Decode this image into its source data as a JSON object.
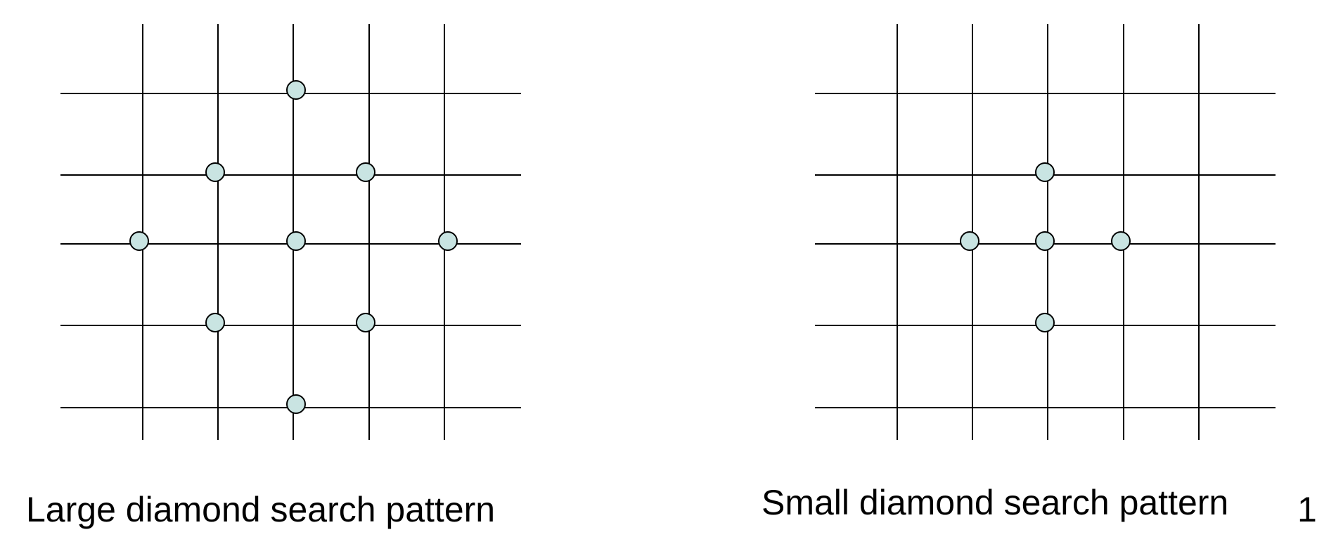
{
  "colors": {
    "grid_line": "#000000",
    "point_fill": "#c9e4e2",
    "point_stroke": "#000000",
    "text": "#000000"
  },
  "panels": [
    {
      "id": "large",
      "caption": "Large diamond search pattern",
      "grid_lines": {
        "horizontal": 5,
        "vertical": 5
      },
      "points": [
        {
          "col": 2,
          "row": -2
        },
        {
          "col": 1,
          "row": -1
        },
        {
          "col": 3,
          "row": -1
        },
        {
          "col": 0,
          "row": 0
        },
        {
          "col": 2,
          "row": 0
        },
        {
          "col": 4,
          "row": 0
        },
        {
          "col": 1,
          "row": 1
        },
        {
          "col": 3,
          "row": 1
        },
        {
          "col": 2,
          "row": 2
        }
      ]
    },
    {
      "id": "small",
      "caption": "Small diamond search pattern",
      "grid_lines": {
        "horizontal": 5,
        "vertical": 5
      },
      "points": [
        {
          "col": 2,
          "row": -1
        },
        {
          "col": 1,
          "row": 0
        },
        {
          "col": 2,
          "row": 0
        },
        {
          "col": 3,
          "row": 0
        },
        {
          "col": 2,
          "row": 1
        }
      ]
    }
  ],
  "page_number": "1"
}
